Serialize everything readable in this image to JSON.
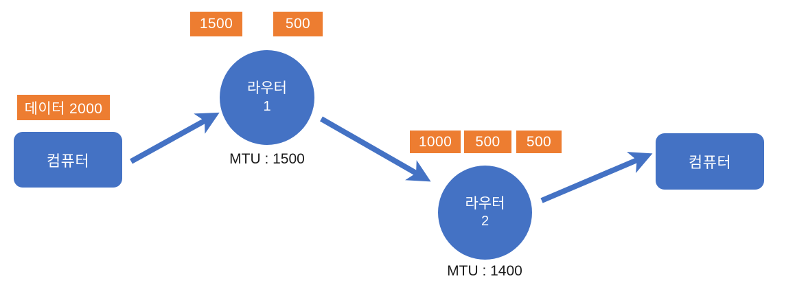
{
  "diagram": {
    "title_text_present": false,
    "colors": {
      "node_blue": "#4472C4",
      "packet_orange": "#ED7D31",
      "arrow_blue": "#4472C4",
      "label_text": "#1a1a1a",
      "node_text": "#ffffff",
      "background": "#ffffff"
    },
    "nodes": [
      {
        "id": "source-computer",
        "shape": "rounded-rectangle",
        "label": "컴퓨터"
      },
      {
        "id": "router-1",
        "shape": "circle",
        "label_line1": "라우터",
        "label_line2": "1",
        "mtu_label": "MTU : 1500"
      },
      {
        "id": "router-2",
        "shape": "circle",
        "label_line1": "라우터",
        "label_line2": "2",
        "mtu_label": "MTU : 1400"
      },
      {
        "id": "destination-computer",
        "shape": "rounded-rectangle",
        "label": "컴퓨터"
      }
    ],
    "packet_groups": [
      {
        "id": "source-packet",
        "packets": [
          "데이터 2000"
        ]
      },
      {
        "id": "router-1-packets",
        "packets": [
          "1500",
          "500"
        ]
      },
      {
        "id": "router-2-packets",
        "packets": [
          "1000",
          "500",
          "500"
        ]
      }
    ],
    "arrows": [
      {
        "id": "arrow-computer-to-router1",
        "from": "source-computer",
        "to": "router-1",
        "direction": "up-right"
      },
      {
        "id": "arrow-router1-to-router2",
        "from": "router-1",
        "to": "router-2",
        "direction": "down-right"
      },
      {
        "id": "arrow-router2-to-computer",
        "from": "router-2",
        "to": "destination-computer",
        "direction": "up-right"
      }
    ]
  }
}
